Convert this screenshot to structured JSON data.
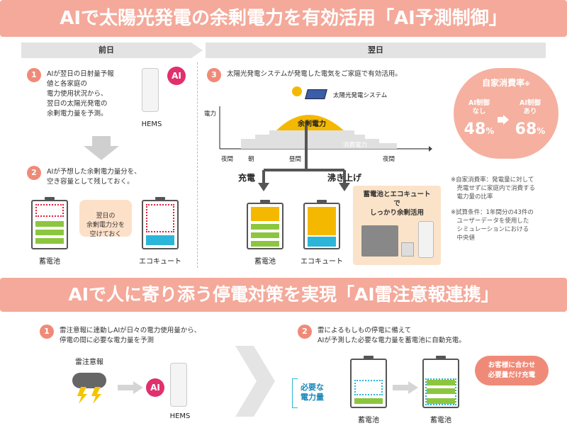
{
  "banner1": "AIで太陽光発電の余剰電力を有効活用「AI予測制御」",
  "banner2": "AIで人に寄り添う停電対策を実現「AI雷注意報連携」",
  "day_prev": "前日",
  "day_next": "翌日",
  "step1_num": "1",
  "step1_text": "AIが翌日の日射量予報\n値と各家庭の\n電力使用状況から、\n翌日の太陽光発電の\n余剰電力量を予測。",
  "hems_label": "HEMS",
  "ai_badge": "AI",
  "step2_num": "2",
  "step2_text": "AIが予想した余剰電力量分を、\n空き容量として残しておく。",
  "bubble_text": "翌日の\n余剰電力分を\n空けておく",
  "battery_label": "蓄電池",
  "ecocute_label": "エコキュート",
  "step3_num": "3",
  "step3_text": "太陽光発電システムが発電した電気をご家庭で有効活用。",
  "solar_label": "太陽光発電システム",
  "axis_y": "電力",
  "surplus_label": "余剰電力",
  "consumption_label": "消費電力",
  "time_labels": [
    "夜間",
    "朝",
    "昼間",
    "夜間"
  ],
  "charge_label": "充電",
  "boil_label": "沸き上げ",
  "product_box_text": "蓄電池とエコキュート\nで\nしっかり余剰活用",
  "self_title": "自家消費率",
  "self_mark": "※",
  "ai_without": "AI制御\nなし",
  "ai_with": "AI制御\nあり",
  "rate_without": "48",
  "rate_with": "68",
  "pct": "%",
  "note1": "※自家消費率：発電量に対して\n　売電せずに家庭内で消費する\n　電力量の比率",
  "note2": "※試算条件：1年間分の43件の\n　ユーザーデータを使用した\n　シミュレーションにおける\n　中央値",
  "b_step1_num": "1",
  "b_step1_text": "雷注意報に連動しAIが日々の電力使用量から、\n停電の間に必要な電力量を予測",
  "thunder_label": "雷注意報",
  "b_step2_num": "2",
  "b_step2_text": "雷によるもしもの停電に備えて\nAIが予測した必要な電力量を蓄電池に自動充電。",
  "needed_label": "必要な\n電力量",
  "custom_bubble": "お客様に合わせ\n必要量だけ充電",
  "colors": {
    "banner": "#f4a99a",
    "accent": "#f08a78",
    "yellow": "#f5b800",
    "green": "#8cc63f",
    "cyan": "#2bb5d8",
    "ai_pink": "#e0306e"
  }
}
